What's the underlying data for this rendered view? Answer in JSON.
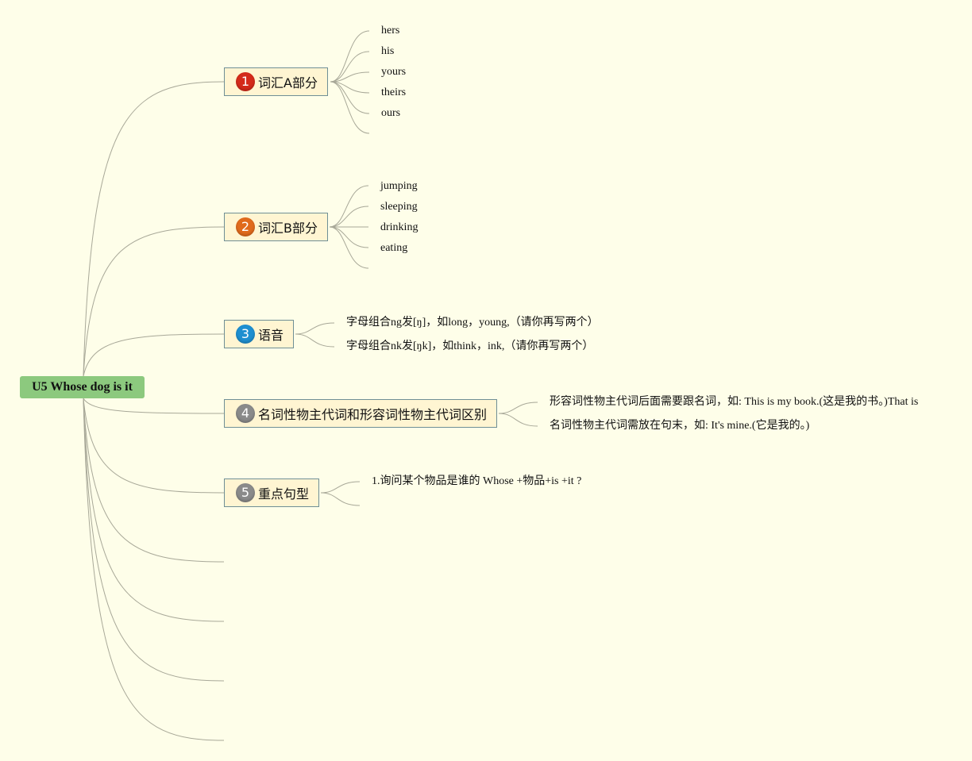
{
  "root": {
    "label": "U5 Whose dog is it"
  },
  "topics": [
    {
      "number": "1",
      "label": "词汇A部分",
      "badge_color": "#d42a1a",
      "children": [
        "hers",
        "his",
        "yours",
        "theirs",
        "ours"
      ]
    },
    {
      "number": "2",
      "label": "词汇B部分",
      "badge_color": "#e06a1c",
      "children": [
        "jumping",
        "sleeping",
        "drinking",
        "eating"
      ]
    },
    {
      "number": "3",
      "label": "语音",
      "badge_color": "#1e8fd0",
      "children": [
        "字母组合ng发[ŋ]，如long，young,（请你再写两个）",
        "字母组合nk发[ŋk]，如think，ink,（请你再写两个）"
      ]
    },
    {
      "number": "4",
      "label": "名词性物主代词和形容词性物主代词区别",
      "badge_color": "#8a8a8a",
      "children": [
        "形容词性物主代词后面需要跟名词，如: This is my book.(这是我的书。)That is",
        "名词性物主代词需放在句末，如: It's mine.(它是我的。)"
      ]
    },
    {
      "number": "5",
      "label": "重点句型",
      "badge_color": "#8a8a8a",
      "children": [
        "1.询问某个物品是谁的 Whose +物品+is +it ?"
      ]
    }
  ],
  "colors": {
    "background": "#fefee9",
    "root_fill": "#8cc97e",
    "topic_fill": "#fff5d2",
    "topic_border": "#6f8f96",
    "line": "#a8a898"
  }
}
